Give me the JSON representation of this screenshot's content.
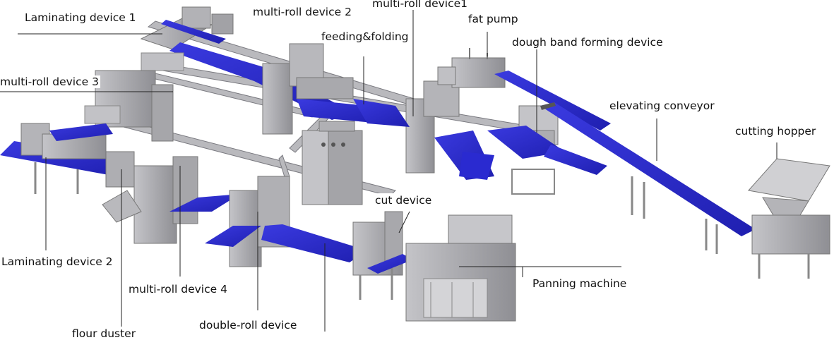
{
  "colors": {
    "belt": "#2626c6",
    "belt_dark": "#1a1a9a",
    "steel": "#a9a9ad",
    "steel_light": "#cfcfd2",
    "steel_dark": "#7d7d82",
    "leader": "#222222"
  },
  "labels": {
    "laminating_device_1": "Laminating device 1",
    "multi_roll_device_2": "multi-roll device 2",
    "multi_roll_device_1": "multi-roll device1",
    "fat_pump": "fat pump",
    "feeding_folding": "feeding&folding",
    "dough_band_forming_device": "dough band forming device",
    "multi_roll_device_3": "multi-roll device 3",
    "elevating_conveyor": "elevating conveyor",
    "cutting_hopper": "cutting hopper",
    "cut_device": "cut device",
    "laminating_device_2": "Laminating device 2",
    "panning_machine": "Panning machine",
    "multi_roll_device_4": "multi-roll device 4",
    "double_roll_device": "double-roll device",
    "flour_duster": "flour duster"
  }
}
